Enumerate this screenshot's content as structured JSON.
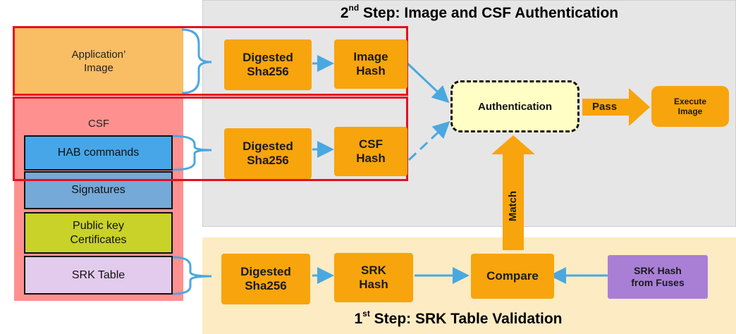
{
  "step2_title": {
    "prefix": "2",
    "sup": "nd",
    "text": " Step: Image and CSF Authentication"
  },
  "step1_title": {
    "prefix": "1",
    "sup": "st",
    "text": " Step: SRK Table Validation"
  },
  "left_column": {
    "app_image": {
      "line1": "Application’",
      "line2": "Image"
    },
    "csf_label": "CSF",
    "hab_commands": "HAB commands",
    "signatures": "Signatures",
    "public_key": {
      "line1": "Public key",
      "line2": "Certificates"
    },
    "srk_table": "SRK Table"
  },
  "nodes": {
    "digest_image": {
      "line1": "Digested",
      "line2": "Sha256"
    },
    "image_hash": {
      "line1": "Image",
      "line2": "Hash"
    },
    "digest_csf": {
      "line1": "Digested",
      "line2": "Sha256"
    },
    "csf_hash": {
      "line1": "CSF",
      "line2": "Hash"
    },
    "digest_srk": {
      "line1": "Digested",
      "line2": "Sha256"
    },
    "srk_hash": {
      "line1": "SRK",
      "line2": "Hash"
    },
    "compare": "Compare",
    "srk_fuses": {
      "line1": "SRK Hash",
      "line2": "from Fuses"
    },
    "authentication": "Authentication",
    "execute_image": {
      "line1": "Execute",
      "line2": "Image"
    }
  },
  "labels": {
    "pass": "Pass",
    "match": "Match"
  },
  "colors": {
    "orange_box": "#f8a40c",
    "purple_box": "#a97fd6",
    "connector_blue": "#4aa8e0",
    "highlight_red": "#e3101f",
    "step2_panel": "#e6e6e6",
    "step1_panel": "#fcebc3"
  }
}
